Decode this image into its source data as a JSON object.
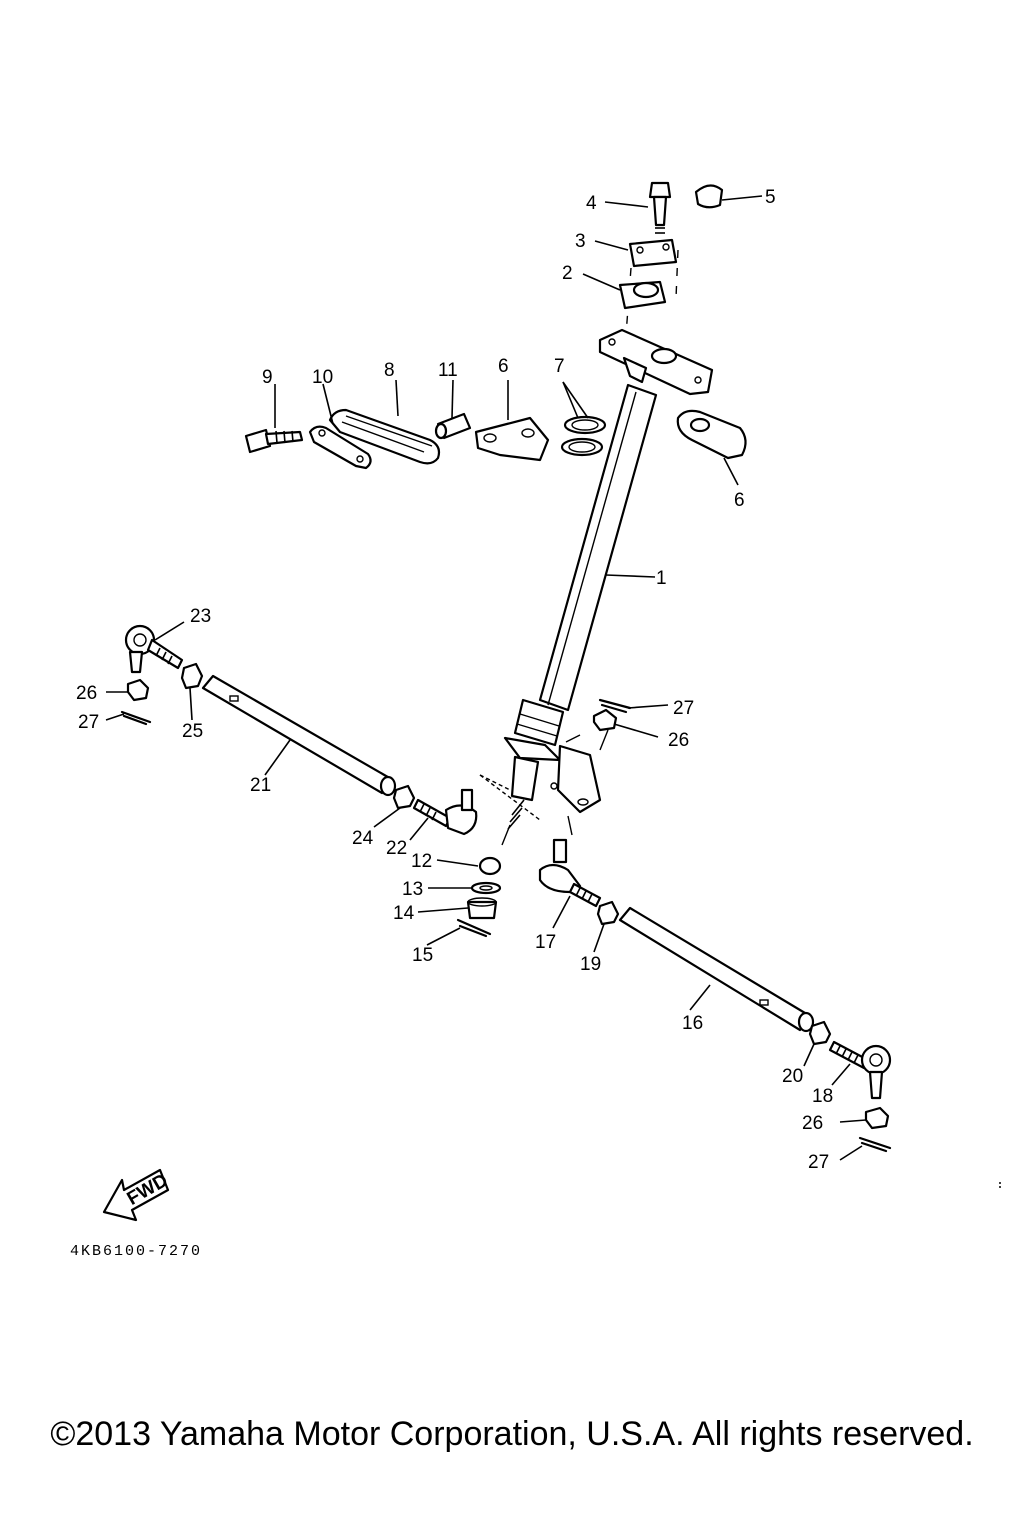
{
  "drawing_code": "4KB6100-7270",
  "fwd_label": "FWD",
  "copyright": "©2013 Yamaha Motor Corporation, U.S.A. All rights reserved.",
  "callouts": {
    "c1": "1",
    "c2": "2",
    "c3": "3",
    "c4": "4",
    "c5": "5",
    "c6a": "6",
    "c6b": "6",
    "c7": "7",
    "c8": "8",
    "c9": "9",
    "c10": "10",
    "c11": "11",
    "c12": "12",
    "c13": "13",
    "c14": "14",
    "c15": "15",
    "c16": "16",
    "c17": "17",
    "c18": "18",
    "c19": "19",
    "c20": "20",
    "c21": "21",
    "c22": "22",
    "c23": "23",
    "c24": "24",
    "c25": "25",
    "c26a": "26",
    "c26b": "26",
    "c26c": "26",
    "c27a": "27",
    "c27b": "27",
    "c27c": "27"
  }
}
